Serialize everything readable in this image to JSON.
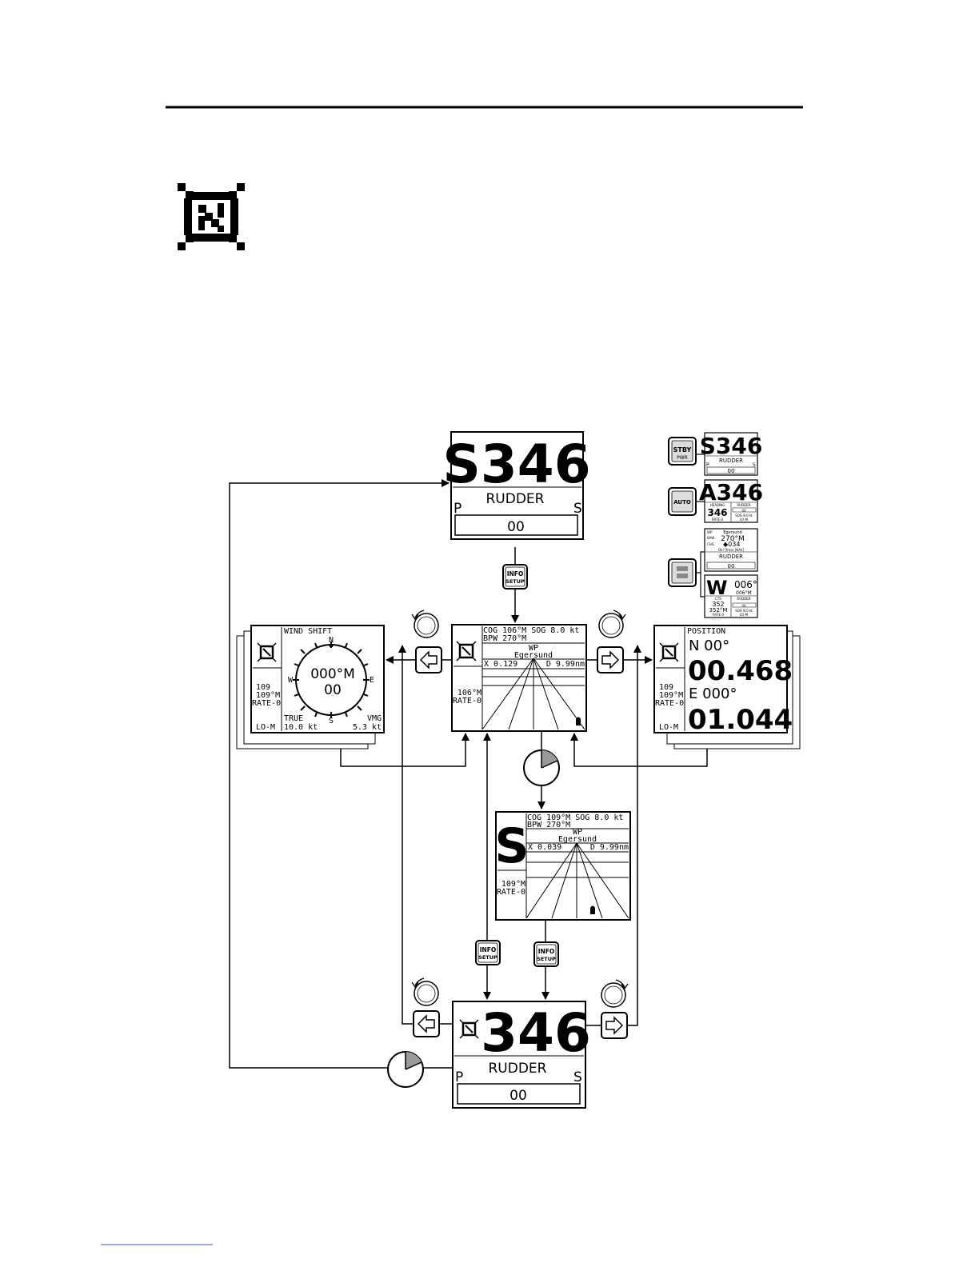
{
  "diagram": {
    "top_screen": {
      "big": "S346",
      "label": "RUDDER",
      "port": "P",
      "stbd": "S",
      "bar_value": "00"
    },
    "buttons": {
      "info_line1": "INFO",
      "info_line2": "SETUP"
    },
    "nav_screen": {
      "line1": "COG 106°M  SOG  8.0 kt",
      "line2": "BPW 270°M",
      "wp_label": "WP",
      "wp_name": "Egersund",
      "xte": "X 0.129",
      "dist": "D  9.99nm",
      "heading": "106°M",
      "rate": "RATE-0"
    },
    "wind_screen": {
      "title": "WIND SHIFT",
      "center_value": "000°M",
      "center_sub": "00",
      "n": "N",
      "w": "W",
      "e": "E",
      "s": "S",
      "left_values": [
        "109",
        "109°M",
        "RATE-0"
      ],
      "mode": "LO-M",
      "true_label": "TRUE",
      "true_value": "10.0 kt",
      "vmg_label": "VMG",
      "vmg_value": "5.3 kt"
    },
    "pos_screen": {
      "title": "POSITION",
      "lat_hdr": "N  00°",
      "lat_val": "00.468",
      "lon_hdr": "E 000°",
      "lon_val": "01.044",
      "left_values": [
        "109",
        "109°M",
        "RATE-0"
      ],
      "mode": "LO-M"
    },
    "mid_screen": {
      "big": "S",
      "line1": "COG 109°M  SOG  8.0 kt",
      "line2": "BPW 270°M",
      "wp_label": "WP",
      "wp_name": "Egersund",
      "xte": "X 0.039",
      "dist": "D  9.99nm",
      "heading": "109°M",
      "rate": "RATE-0"
    },
    "bottom_screen": {
      "big": "346",
      "label": "RUDDER",
      "port": "P",
      "stbd": "S",
      "bar_value": "00"
    },
    "side_mini": {
      "stby_btn": "STBY",
      "stby_btn_sub": "PWR",
      "auto_btn": "AUTO",
      "mini1_big": "S346",
      "mini1_label": "RUDDER",
      "mini1_port": "P",
      "mini1_stbd": "S",
      "mini1_bar": "00",
      "mini2_big": "A346",
      "mini2_sub1": "HEADING",
      "mini2_sub2": "RUDDER",
      "mini2_hdg": "346",
      "mini2_sog": "SOG  8.0 kt",
      "mini2_rate": "RATE-0",
      "mini2_mode": "LO-M",
      "mini2_bar": "00",
      "mini3_wp": "WP",
      "mini3_wpname": "Egersund",
      "mini3_baw_lbl": "BAW",
      "mini3_baw": "270°M",
      "mini3_chg_lbl": "CHG",
      "mini3_chg": "◆034",
      "mini3_prompt": "Ok? Press [NAV]",
      "mini3_label": "RUDDER",
      "mini3_bar": "00",
      "mini4_big": "W",
      "mini4_val1": "006°",
      "mini4_val2": "006°M",
      "mini4_cts": "CTS",
      "mini4_v1": "352",
      "mini4_v2": "352°M",
      "mini4_rate": "RATE-0",
      "mini4_rudder": "RUDDER",
      "mini4_bar": "00",
      "mini4_sog": "SOG  8.0 kt",
      "mini4_mode": "LO-M"
    }
  }
}
